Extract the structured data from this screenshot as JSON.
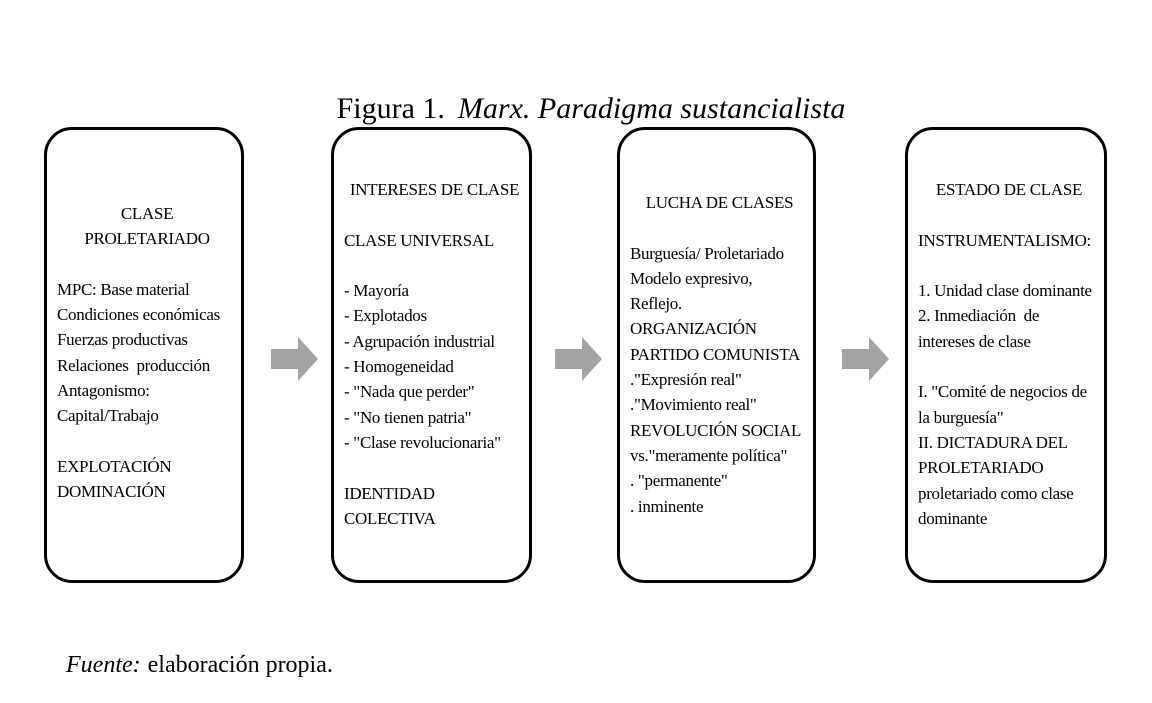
{
  "title": {
    "label": "Figura 1.",
    "name": "Marx. Paradigma sustancialista"
  },
  "footer": {
    "label": "Fuente:",
    "text": "elaboración propia."
  },
  "colors": {
    "arrow": "#a3a3a3",
    "border": "#000000",
    "text": "#000000",
    "background": "#ffffff"
  },
  "arrows": [
    {
      "icon": "right-arrow-icon"
    },
    {
      "icon": "right-arrow-icon"
    },
    {
      "icon": "right-arrow-icon"
    }
  ],
  "boxes": [
    {
      "id": "clase-proletariado",
      "lines": [
        {
          "text": "CLASE",
          "align": "center"
        },
        {
          "text": "PROLETARIADO",
          "align": "center"
        },
        {
          "text": ""
        },
        {
          "text": "MPC: Base material"
        },
        {
          "text": "Condiciones económicas"
        },
        {
          "text": "Fuerzas productivas"
        },
        {
          "text": "Relaciones  producción"
        },
        {
          "text": "Antagonismo:"
        },
        {
          "text": "Capital/Trabajo"
        },
        {
          "text": ""
        },
        {
          "text": "EXPLOTACIÓN"
        },
        {
          "text": "DOMINACIÓN"
        }
      ]
    },
    {
      "id": "intereses-de-clase",
      "lines": [
        {
          "text": "INTERESES DE CLASE",
          "align": "center"
        },
        {
          "text": ""
        },
        {
          "text": "CLASE UNIVERSAL"
        },
        {
          "text": ""
        },
        {
          "text": "- Mayoría"
        },
        {
          "text": "- Explotados"
        },
        {
          "text": "- Agrupación industrial"
        },
        {
          "text": "- Homogeneidad"
        },
        {
          "text": "- \"Nada que perder\""
        },
        {
          "text": "- \"No tienen patria\""
        },
        {
          "text": "- \"Clase revolucionaria\""
        },
        {
          "text": ""
        },
        {
          "text": "IDENTIDAD"
        },
        {
          "text": "COLECTIVA"
        }
      ]
    },
    {
      "id": "lucha-de-clases",
      "lines": [
        {
          "text": "LUCHA DE CLASES",
          "align": "center"
        },
        {
          "text": ""
        },
        {
          "text": "Burguesía/ Proletariado"
        },
        {
          "text": "Modelo expresivo,"
        },
        {
          "text": "Reflejo."
        },
        {
          "text": "ORGANIZACIÓN"
        },
        {
          "text": "PARTIDO COMUNISTA"
        },
        {
          "text": ".\"Expresión real\""
        },
        {
          "text": ".\"Movimiento real\""
        },
        {
          "text": "REVOLUCIÓN SOCIAL"
        },
        {
          "text": "vs.\"meramente política\""
        },
        {
          "text": ". \"permanente\""
        },
        {
          "text": ". inminente"
        }
      ]
    },
    {
      "id": "estado-de-clase",
      "lines": [
        {
          "text": "ESTADO DE CLASE",
          "align": "center"
        },
        {
          "text": ""
        },
        {
          "text": "INSTRUMENTALISMO:"
        },
        {
          "text": ""
        },
        {
          "text": "1. Unidad clase dominante"
        },
        {
          "text": "2. Inmediación  de"
        },
        {
          "text": "intereses de clase"
        },
        {
          "text": ""
        },
        {
          "text": "I. \"Comité de negocios de"
        },
        {
          "text": "la burguesía\""
        },
        {
          "text": "II. DICTADURA DEL"
        },
        {
          "text": "PROLETARIADO"
        },
        {
          "text": "proletariado como clase"
        },
        {
          "text": "dominante"
        }
      ]
    }
  ]
}
